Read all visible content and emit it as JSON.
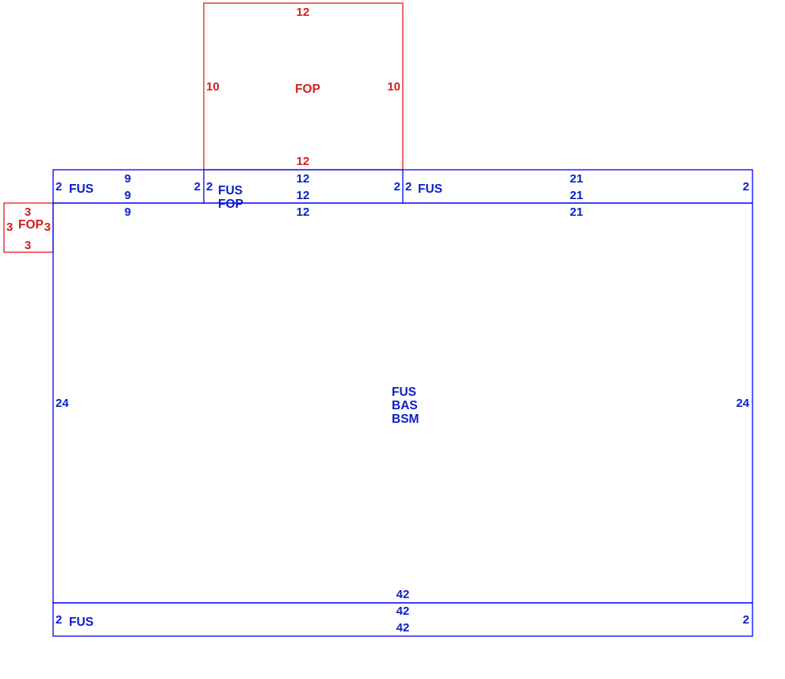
{
  "colors": {
    "blue": "#0a1fc8",
    "red": "#d21e1e"
  },
  "porch": {
    "dim_top": "12",
    "dim_left": "10",
    "dim_right": "10",
    "dim_bottom": "12",
    "code": "FOP"
  },
  "strip_left": {
    "dim_left": "2",
    "code": "FUS",
    "dim_top": "9",
    "dim_bottom": "9",
    "dim_right": "2"
  },
  "strip_mid": {
    "dim_left": "2",
    "code_1": "FUS",
    "code_2": "FOP",
    "dim_top": "12",
    "dim_bottom": "12",
    "dim_right": "2"
  },
  "strip_right": {
    "dim_left": "2",
    "code": "FUS",
    "dim_top": "21",
    "dim_bottom": "21",
    "dim_right": "2"
  },
  "main_block": {
    "dim_top_left": "9",
    "dim_top_mid": "12",
    "dim_top_right": "21",
    "dim_left": "24",
    "dim_right": "24",
    "code_1": "FUS",
    "code_2": "BAS",
    "code_3": "BSM",
    "dim_bottom": "42"
  },
  "small_porch": {
    "dim_top": "3",
    "dim_left": "3",
    "dim_right": "3",
    "dim_bottom": "3",
    "code": "FOP"
  },
  "strip_bottom": {
    "dim_top": "42",
    "dim_left": "2",
    "code": "FUS",
    "dim_bottom": "42",
    "dim_right": "2"
  }
}
